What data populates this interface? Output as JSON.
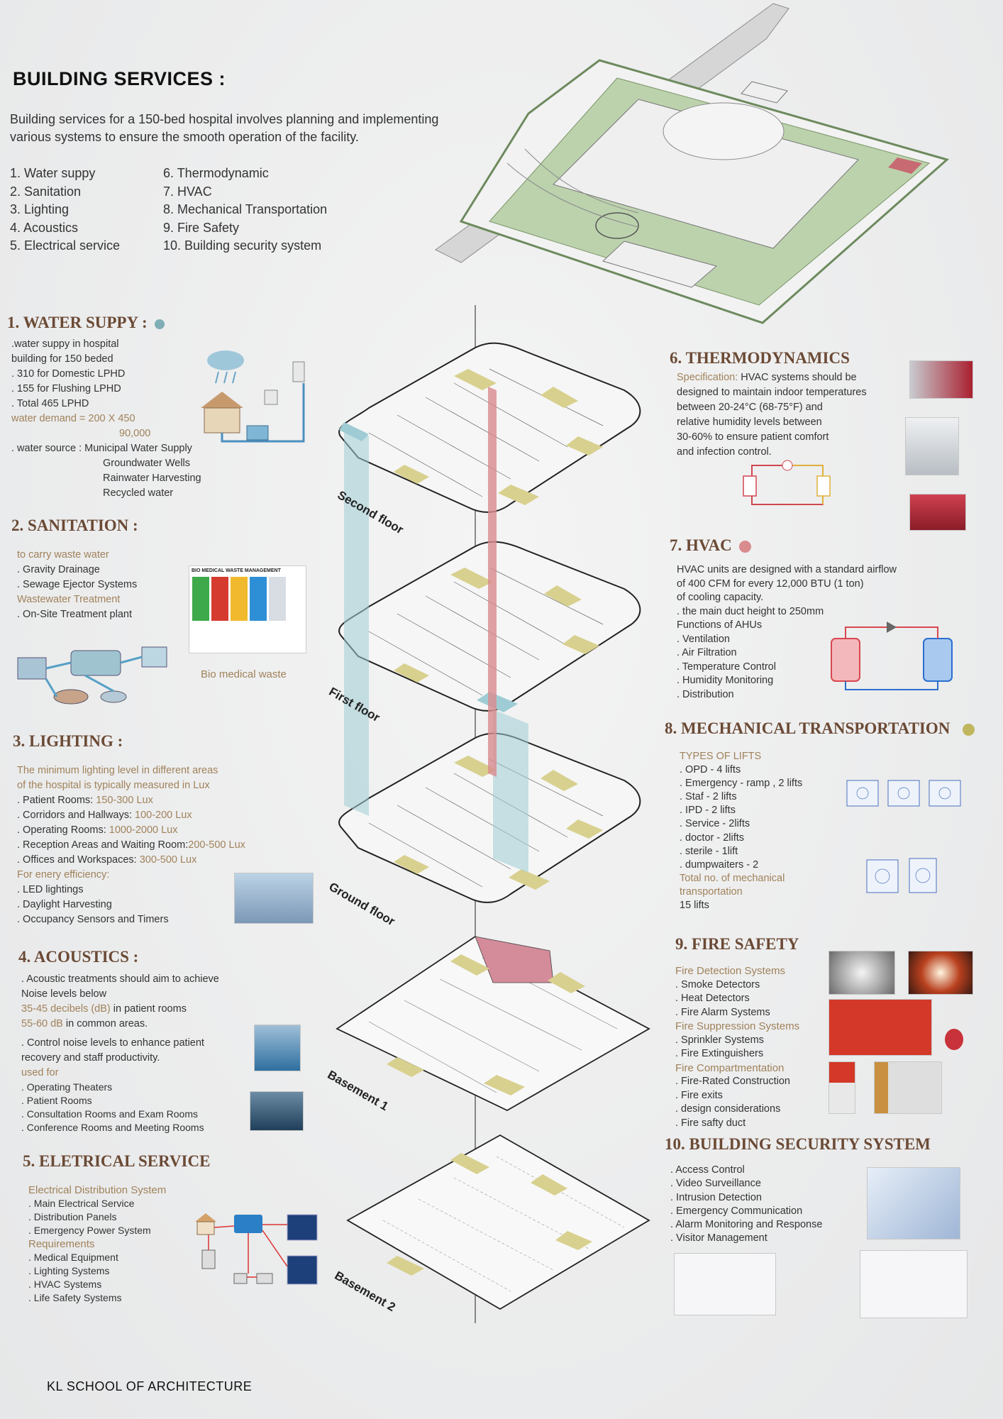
{
  "title": "BUILDING SERVICES :",
  "intro": [
    "Building services for a 150-bed hospital involves planning and implementing",
    "various systems to ensure the smooth operation of the facility."
  ],
  "services_col1": [
    "1. Water suppy",
    "2. Sanitation",
    "3. Lighting",
    "4. Acoustics",
    "5. Electrical service"
  ],
  "services_col2": [
    "6. Thermodynamic",
    "7. HVAC",
    "8. Mechanical Transportation",
    "9. Fire Safety",
    "10. Building security system"
  ],
  "sections": {
    "water": {
      "heading": "1. WATER SUPPY :",
      "dot_color": "#7faeb5",
      "lines": [
        ".water suppy in hospital",
        "building for 150 beded",
        ". 310 for Domestic LPHD",
        ". 155 for Flushing LPHD",
        ". Total 465 LPHD"
      ],
      "demand_label": "water demand = 200 X 450",
      "demand_value": "90,000",
      "source_label": ". water source : Municipal Water Supply",
      "sources": [
        "Groundwater Wells",
        "Rainwater Harvesting",
        "Recycled water"
      ]
    },
    "sanitation": {
      "heading": "2. SANITATION :",
      "l1": "to carry waste water",
      "l2": ". Gravity Drainage",
      "l3": ". Sewage Ejector Systems",
      "l4": "Wastewater Treatment",
      "l5": ". On-Site Treatment plant",
      "bio_title": "BIO MEDICAL WASTE MANAGEMENT",
      "bio_caption": "Bio medical waste"
    },
    "lighting": {
      "heading": "3. LIGHTING :",
      "i1": "The minimum lighting level in different areas",
      "i2": " of the hospital is typically measured in Lux",
      "rows": [
        {
          "label": ". Patient Rooms: ",
          "value": "150-300 Lux"
        },
        {
          "label": ". Corridors and Hallways: ",
          "value": "100-200 Lux"
        },
        {
          "label": ". Operating Rooms: ",
          "value": "1000-2000 Lux"
        },
        {
          "label": ". Reception Areas and Waiting Room:",
          "value": "200-500 Lux"
        },
        {
          "label": ". Offices and Workspaces: ",
          "value": "300-500 Lux"
        }
      ],
      "eff": "For enery efficiency:",
      "e1": ". LED lightings",
      "e2": ". Daylight Harvesting",
      "e3": ". Occupancy Sensors and Timers"
    },
    "acoustics": {
      "heading": "4. ACOUSTICS :",
      "a1": ". Acoustic treatments should aim to achieve",
      "a2": "Noise levels below",
      "v1": "35-45 decibels (dB)",
      "t1": " in patient rooms",
      "v2": "55-60 dB",
      "t2": " in common areas.",
      "c1": ". Control noise levels to enhance patient",
      "c2": "recovery and staff productivity.",
      "used": "used for",
      "u1": ". Operating Theaters",
      "u2": ". Patient Rooms",
      "u3": ". Consultation Rooms and Exam Rooms",
      "u4": ". Conference Rooms and Meeting Rooms"
    },
    "electrical": {
      "heading": "5. ELETRICAL SERVICE",
      "d": "Electrical Distribution System",
      "d1": ". Main Electrical Service",
      "d2": ". Distribution Panels",
      "d3": ". Emergency Power System",
      "r": "Requirements",
      "r1": ". Medical Equipment",
      "r2": ". Lighting Systems",
      "r3": ". HVAC Systems",
      "r4": ". Life Safety Systems"
    },
    "thermo": {
      "heading": "6. THERMODYNAMICS",
      "spec": "Specification:",
      "s0": " HVAC systems should be",
      "s1": "designed to maintain indoor temperatures",
      "s2": " between 20-24°C (68-75°F) and",
      "s3": "relative humidity levels between",
      "s4": "30-60% to ensure patient comfort",
      "s5": "and infection control."
    },
    "hvac": {
      "heading": "7. HVAC",
      "dot_color": "#d98b8e",
      "h1": "HVAC units are designed with a standard airflow",
      "h2": "of 400 CFM for every 12,000 BTU (1 ton)",
      "h3": "of cooling capacity.",
      "h4": ". the main duct height to 250mm",
      "h5": "Functions of AHUs",
      "h6": ". Ventilation",
      "h7": ". Air Filtration",
      "h8": ". Temperature Control",
      "h9": ". Humidity Monitoring",
      "h10": ". Distribution"
    },
    "mech": {
      "heading": "8. MECHANICAL TRANSPORTATION",
      "dot_color": "#bfb65e",
      "types": "TYPES OF LIFTS",
      "m1": ". OPD - 4 lifts",
      "m2": ". Emergency - ramp , 2 lifts",
      "m3": ". Staf - 2 lifts",
      "m4": ". IPD - 2 lifts",
      "m5": ". Service - 2lifts",
      "m6": ". doctor - 2lifts",
      "m7": ". sterile - 1lift",
      "m8": ". dumpwaiters - 2",
      "t1": "Total no. of mechanical",
      "t2": "transportation",
      "t3": "15 lifts"
    },
    "fire": {
      "heading": "9. FIRE SAFETY",
      "d": "Fire Detection Systems",
      "d1": ". Smoke Detectors",
      "d2": ". Heat Detectors",
      "d3": ". Fire Alarm Systems",
      "s": "Fire Suppression Systems",
      "s1": ". Sprinkler Systems",
      "s2": ". Fire Extinguishers",
      "c": "Fire Compartmentation",
      "c1": ". Fire-Rated Construction",
      "c2": ". Fire exits",
      "c3": ". design considerations",
      "c4": ". Fire safty duct"
    },
    "security": {
      "heading": "10. BUILDING SECURITY SYSTEM",
      "b1": ". Access Control",
      "b2": ". Video Surveillance",
      "b3": ". Intrusion Detection",
      "b4": ". Emergency Communication",
      "b5": ". Alarm Monitoring and Response",
      "b6": ". Visitor Management"
    }
  },
  "floors": {
    "second": "Second floor",
    "first": "First floor",
    "ground": "Ground floor",
    "b1": "Basement 1",
    "b2": "Basement 2"
  },
  "footer": "KL SCHOOL OF ARCHITECTURE",
  "colors": {
    "heading": "#6b4a35",
    "accent": "#a0825a",
    "water_blue": "#9fccd4",
    "duct_red": "#d98b8e",
    "zone_yellow": "#d8d08e",
    "site_green": "#aec99c"
  }
}
